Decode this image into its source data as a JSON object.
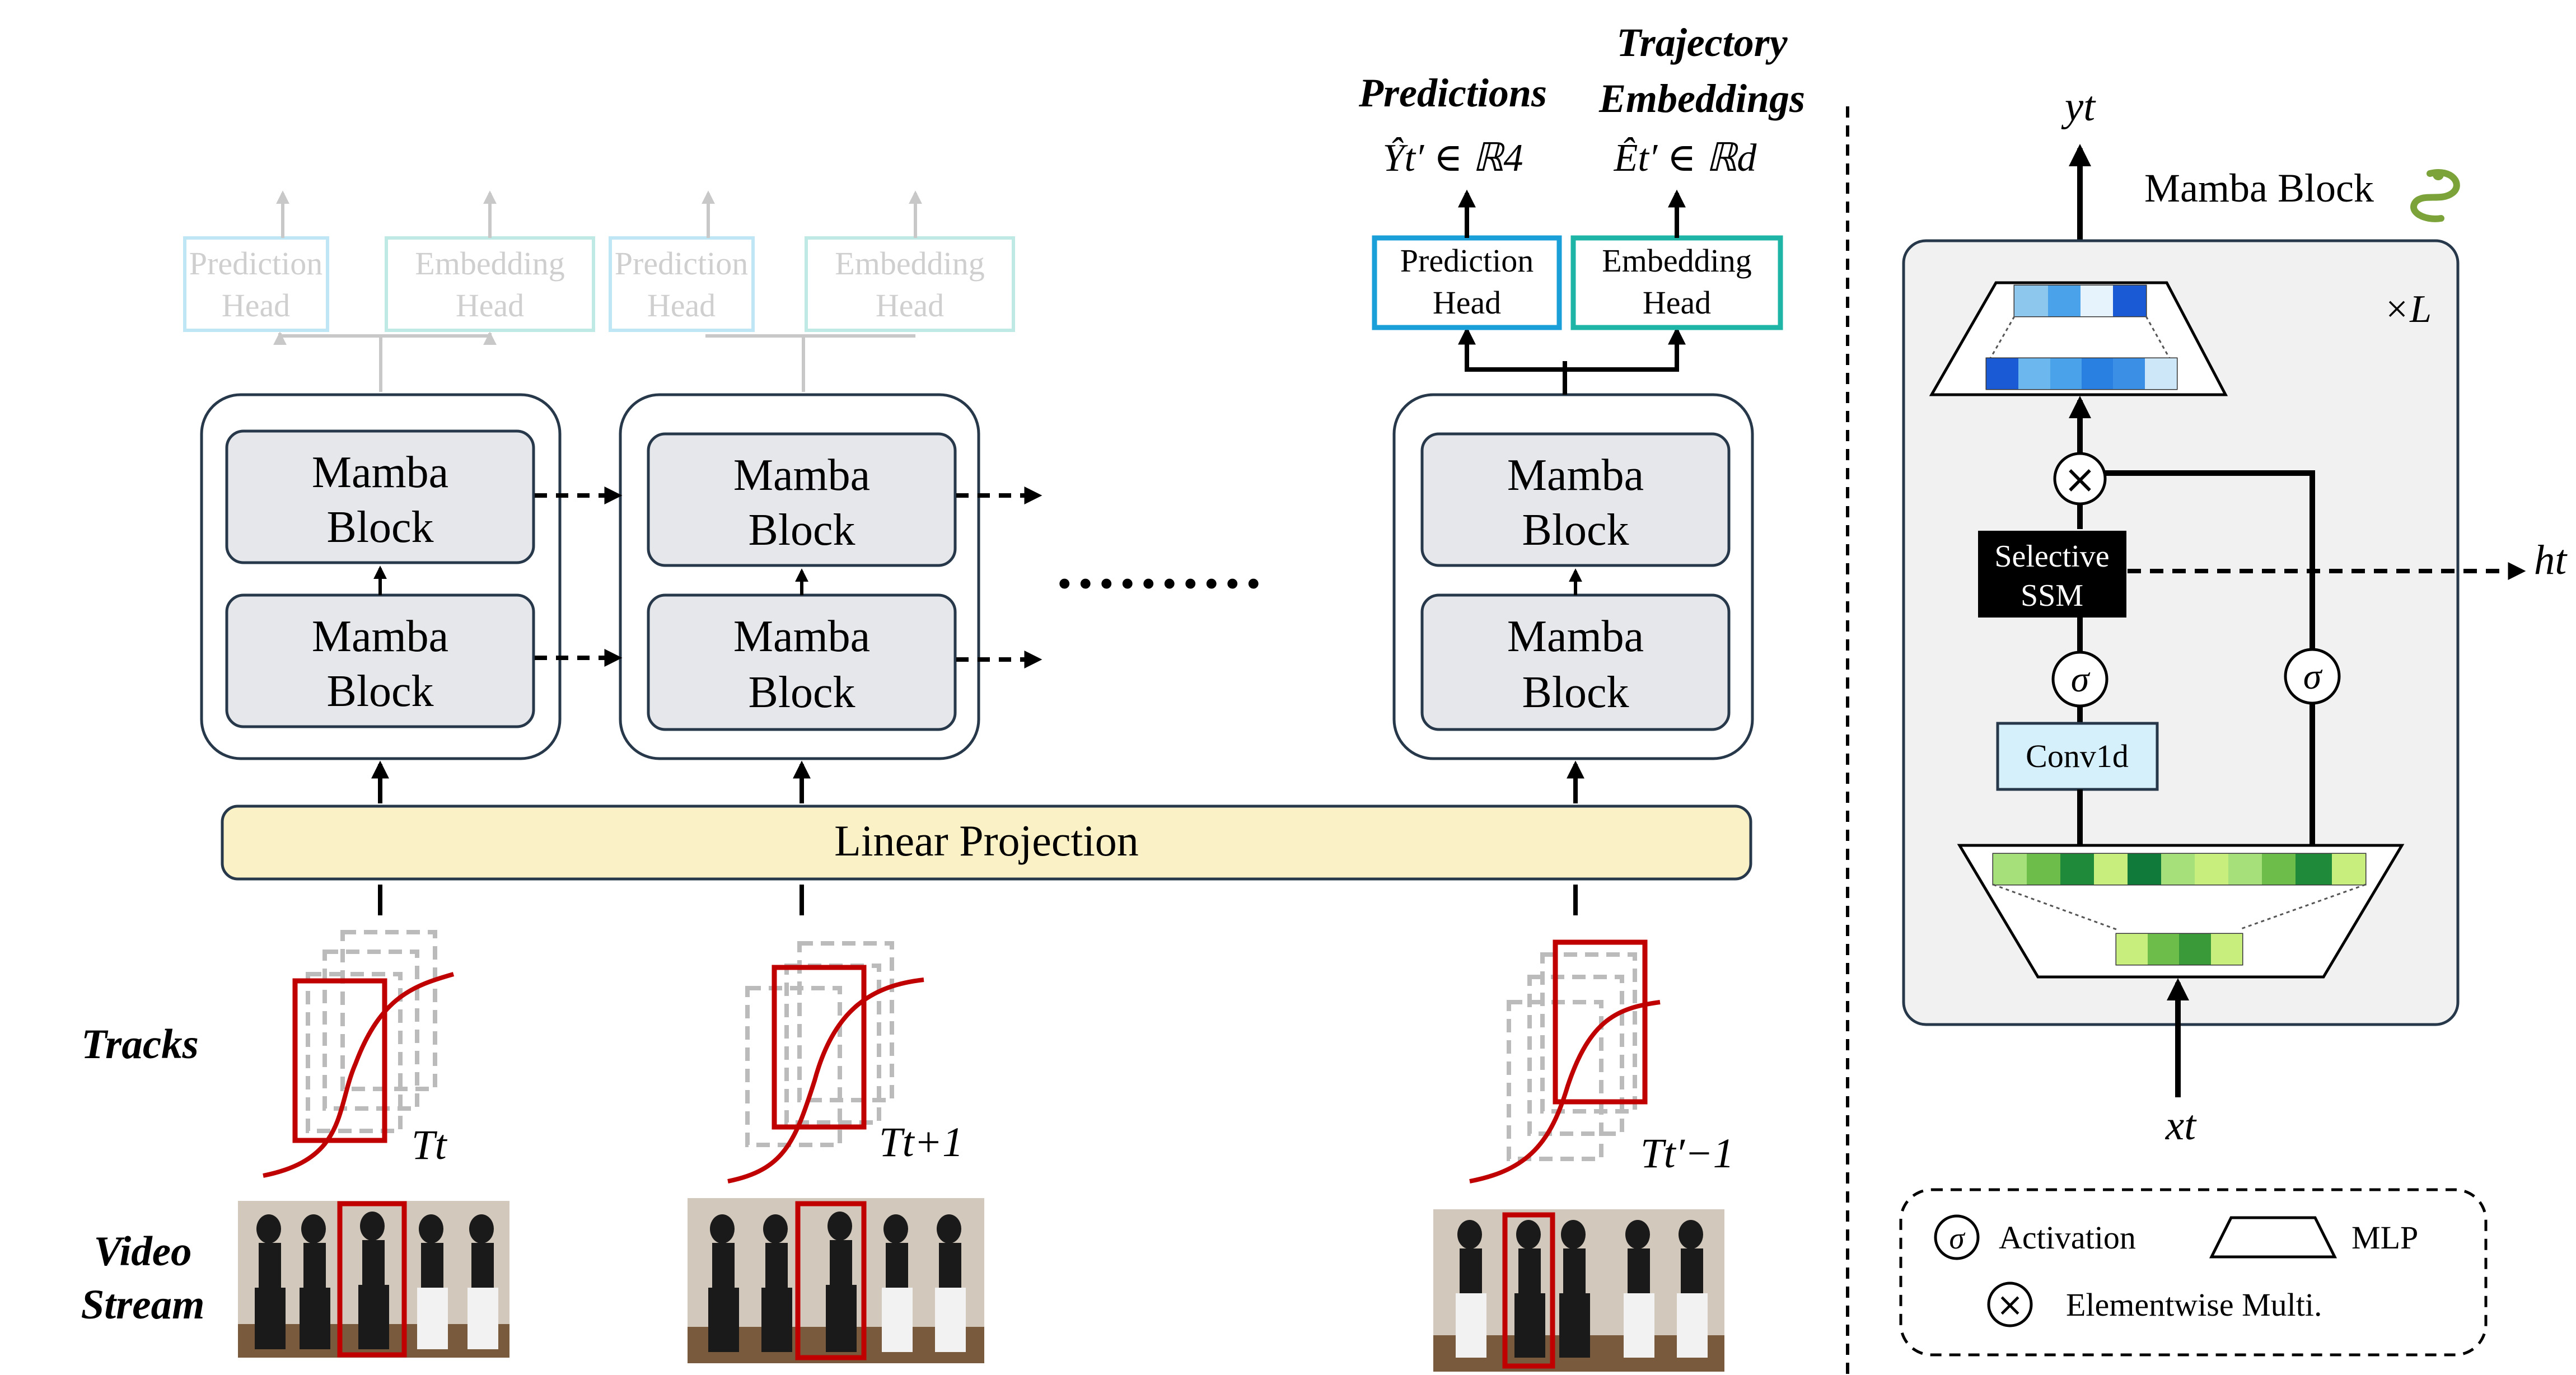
{
  "labels": {
    "tracks": "Tracks",
    "video_stream_line1": "Video",
    "video_stream_line2": "Stream",
    "linear_projection": "Linear Projection",
    "mamba_block_line1": "Mamba",
    "mamba_block_line2": "Block",
    "prediction_head_line1": "Prediction",
    "prediction_head_line2": "Head",
    "embedding_head_line1": "Embedding",
    "embedding_head_line2": "Head",
    "predictions_title": "Predictions",
    "trajectory_title_line1": "Trajectory",
    "trajectory_title_line2": "Embeddings",
    "predictions_math": "Ŷt′ ∈ ℝ4",
    "embeddings_math": "Êt′ ∈ ℝd",
    "ellipsis": "..........",
    "track_labels": [
      "Tt",
      "Tt+1",
      "Tt′−1"
    ]
  },
  "mamba_panel": {
    "title": "Mamba Block",
    "repeat": "×L",
    "output": "yt",
    "input": "xt",
    "hidden": "ht",
    "selective_ssm_line1": "Selective",
    "selective_ssm_line2": "SSM",
    "conv1d": "Conv1d",
    "sigma": "σ",
    "multiply": "×"
  },
  "legend": {
    "activation": "Activation",
    "mlp": "MLP",
    "elementwise": "Elementwise Multi."
  },
  "colors": {
    "prediction_head_border": "#1a9fd9",
    "embedding_head_border": "#1fb5a6",
    "faded_prediction_head": "#bfe6f5",
    "faded_embedding_head": "#bfe9e4",
    "mamba_block_fill": "#e6e7eb",
    "linear_projection_fill": "#fbf1c7",
    "conv1d_fill": "#d6f0fb",
    "selective_ssm_fill": "#000000",
    "track_box": "#c00000",
    "track_dashed": "#bbbbbb",
    "panel_fill": "#f1f1f1"
  }
}
